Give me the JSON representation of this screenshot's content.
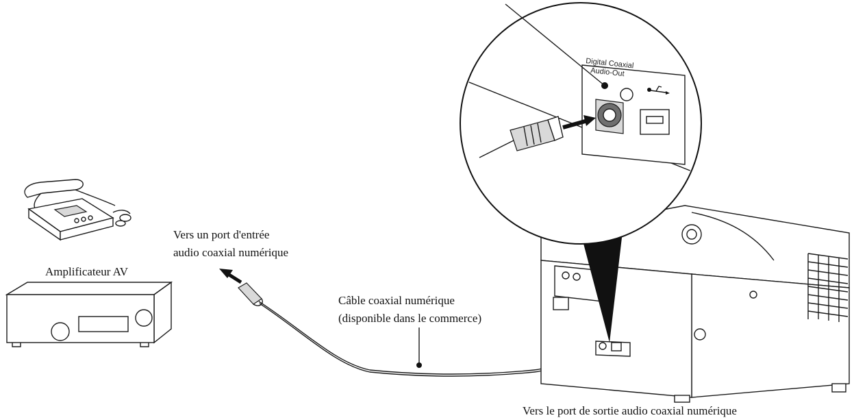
{
  "labels": {
    "amplifier": "Amplificateur AV",
    "input_port_line1": "Vers un port d'entrée",
    "input_port_line2": "audio coaxial numérique",
    "cable_line1": "Câble coaxial numérique",
    "cable_line2": "(disponible dans le commerce)",
    "output_port": "Vers le port de sortie audio coaxial numérique"
  },
  "panel": {
    "label_line1": "Digital Coaxial",
    "label_line2": "Audio-Out"
  },
  "icons": [
    "headphone-player-icon",
    "av-amplifier-icon",
    "projector-icon",
    "usb-icon",
    "arrow-icon",
    "rca-plug-icon"
  ]
}
